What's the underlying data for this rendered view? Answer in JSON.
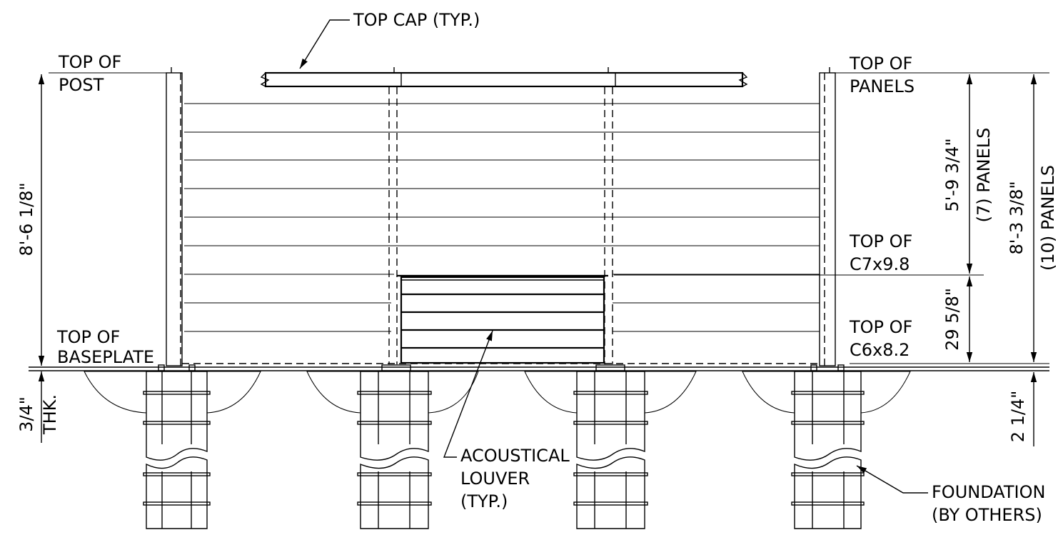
{
  "callouts": {
    "top_cap": "TOP CAP (TYP.)",
    "acoustical_louver": [
      "ACOUSTICAL",
      "LOUVER",
      "(TYP.)"
    ],
    "foundation": [
      "FOUNDATION",
      "(BY OTHERS)"
    ]
  },
  "levels": {
    "top_of_post": [
      "TOP OF",
      "POST"
    ],
    "top_of_panels": [
      "TOP OF",
      "PANELS"
    ],
    "top_of_c7": [
      "TOP OF",
      "C7x9.8"
    ],
    "top_of_c6": [
      "TOP OF",
      "C6x8.2"
    ],
    "top_of_baseplate": [
      "TOP OF",
      "BASEPLATE"
    ]
  },
  "dimensions": {
    "post_height": "8'-6 1/8\"",
    "upper_panels": [
      "5'-9 3/4\"",
      "(7) PANELS"
    ],
    "total_panels": [
      "8'-3 3/8\"",
      "(10) PANELS"
    ],
    "louver_height": "29 5/8\"",
    "baseplate_thk": [
      "3/4\"",
      "THK."
    ],
    "grade_offset": "2 1/4\""
  }
}
